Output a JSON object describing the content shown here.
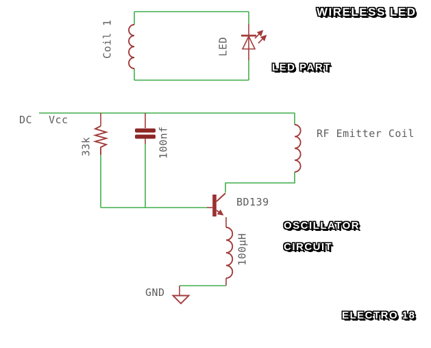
{
  "headings": {
    "title": "WIRELESS LED",
    "led_part": "LED PART",
    "oscillator": "OSCILLATOR",
    "circuit": "CIRCUIT",
    "credit": "ELECTRO 18"
  },
  "labels": {
    "coil1": "Coil 1",
    "led": "LED",
    "dc": "DC",
    "vcc": "Vcc",
    "resistor_value": "33k",
    "capacitor_value": "100nf",
    "rf_coil": "RF Emitter Coil",
    "transistor": "BD139",
    "inductor_value": "100µH",
    "ground": "GND"
  },
  "colors": {
    "wire_green": "#3fae4a",
    "component_red": "#a23a3a",
    "capacitor_plate_red": "#8e2626",
    "label_gray": "#5d5d5d",
    "heading_fill": "#ffffff",
    "heading_outline": "#000000",
    "background": "#ffffff"
  },
  "diagram": {
    "type": "circuit-schematic",
    "sections": [
      "LED PART (Coil 1 + LED loop)",
      "OSCILLATOR CIRCUIT (Vcc rail, 33k resistor, 100nf capacitor, BD139 transistor, RF Emitter Coil, 100µH inductor, GND)"
    ]
  }
}
